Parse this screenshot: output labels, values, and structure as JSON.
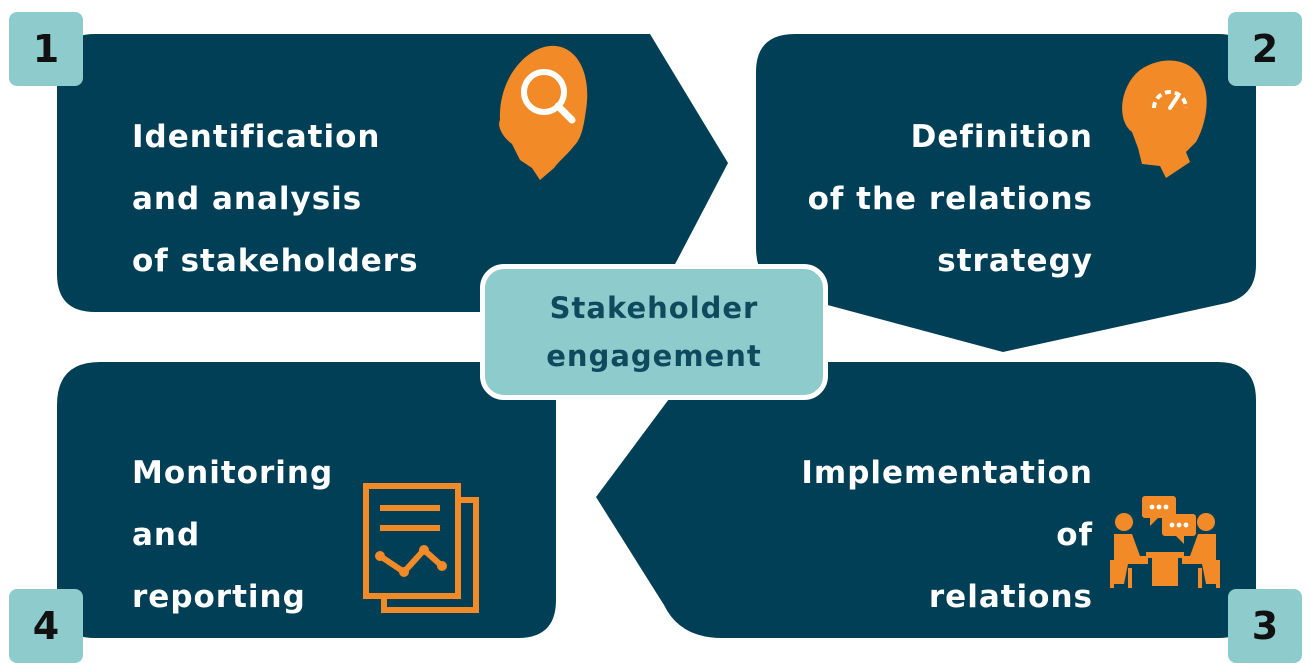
{
  "center": {
    "line1": "Stakeholder",
    "line2": "engagement"
  },
  "steps": [
    {
      "number": "1",
      "lines": [
        "Identification",
        "and analysis",
        "of stakeholders"
      ],
      "icon": "head-search-icon"
    },
    {
      "number": "2",
      "lines": [
        "Definition",
        "of the relations",
        "strategy"
      ],
      "icon": "head-gauge-icon"
    },
    {
      "number": "3",
      "lines": [
        "Implementation",
        "of",
        "relations"
      ],
      "icon": "meeting-people-icon"
    },
    {
      "number": "4",
      "lines": [
        "Monitoring",
        "and",
        "reporting"
      ],
      "icon": "report-chart-icon"
    }
  ],
  "colors": {
    "panel": "#003f55",
    "badge": "#8ecbcc",
    "accent": "#f28b27",
    "text": "#ffffff"
  }
}
